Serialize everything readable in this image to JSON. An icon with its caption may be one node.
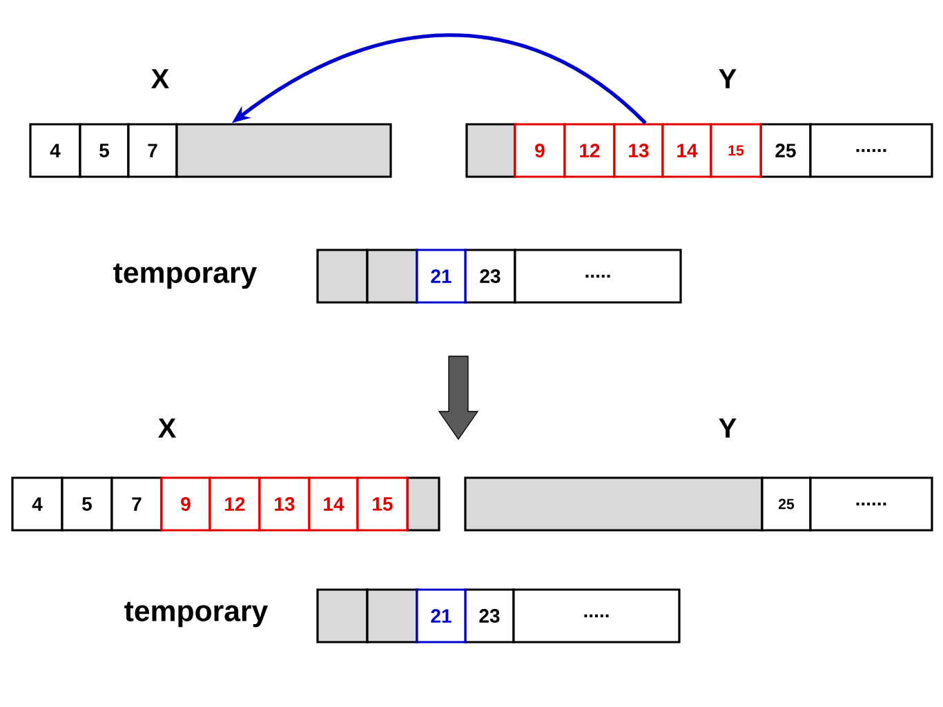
{
  "diagram": {
    "nodes": [
      {
        "text": [
          "4"
        ]
      },
      {
        "text": [
          "5"
        ]
      },
      {
        "text": [
          "7"
        ]
      },
      {
        "text": [],
        "shape": "box"
      },
      {
        "text": [],
        "shape": "box"
      },
      {
        "text": [
          "9"
        ]
      },
      {
        "text": [
          "12"
        ]
      },
      {
        "text": [
          "13"
        ]
      },
      {
        "text": [
          "14"
        ]
      },
      {
        "text": [
          "15"
        ]
      },
      {
        "text": [
          "25"
        ]
      },
      {
        "text": [
          "......"
        ]
      },
      {
        "text": [],
        "shape": "box"
      },
      {
        "text": [],
        "shape": "box"
      },
      {
        "text": [
          "21"
        ]
      },
      {
        "text": [
          "23"
        ]
      },
      {
        "text": [
          "....."
        ]
      },
      {
        "text": [
          "4"
        ]
      },
      {
        "text": [
          "5"
        ]
      },
      {
        "text": [
          "7"
        ]
      },
      {
        "text": [
          "9"
        ]
      },
      {
        "text": [
          "12"
        ]
      },
      {
        "text": [
          "13"
        ]
      },
      {
        "text": [
          "14"
        ]
      },
      {
        "text": [
          "15"
        ]
      },
      {
        "text": [],
        "shape": "box"
      },
      {
        "text": [],
        "shape": "box"
      },
      {
        "text": [
          "25"
        ]
      },
      {
        "text": [
          "......"
        ]
      },
      {
        "text": [],
        "shape": "box"
      },
      {
        "text": [],
        "shape": "box"
      },
      {
        "text": [
          "21"
        ]
      },
      {
        "text": [
          "23"
        ]
      },
      {
        "text": [
          "....."
        ]
      }
    ],
    "edges": [
      {
        "from": 7,
        "to": 3,
        "arrow": "to",
        "color": "#0000cc"
      }
    ],
    "labels": [
      "X",
      "Y",
      "temporary",
      "X",
      "Y",
      "temporary"
    ]
  }
}
